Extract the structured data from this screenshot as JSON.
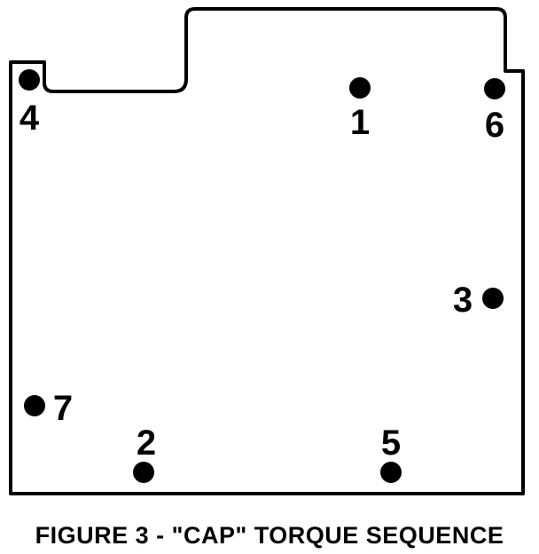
{
  "figure": {
    "caption": "FIGURE 3 - \"CAP\" TORQUE SEQUENCE"
  },
  "bolts": [
    {
      "label": "1"
    },
    {
      "label": "2"
    },
    {
      "label": "3"
    },
    {
      "label": "4"
    },
    {
      "label": "5"
    },
    {
      "label": "6"
    },
    {
      "label": "7"
    }
  ],
  "colors": {
    "ink": "#000000",
    "background": "#ffffff"
  }
}
